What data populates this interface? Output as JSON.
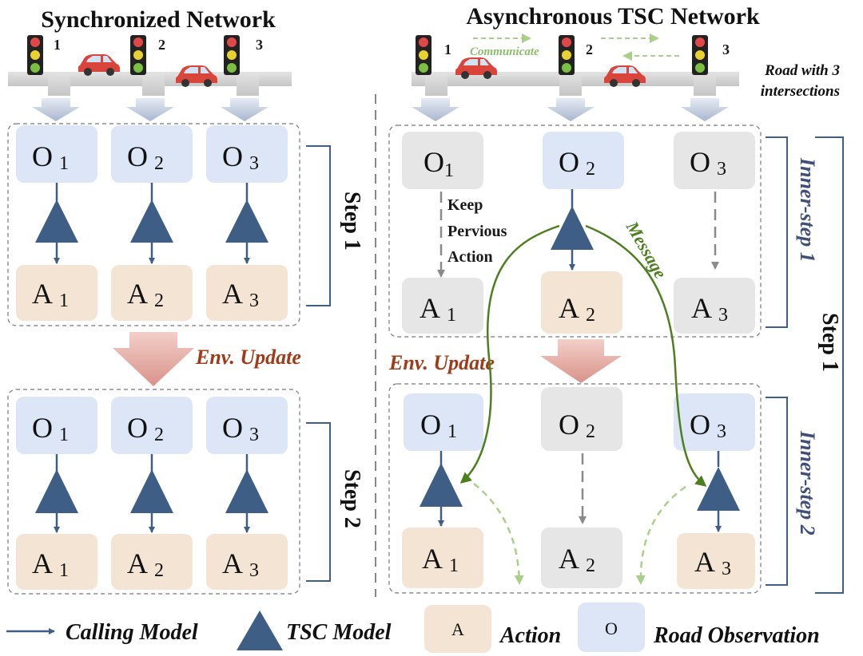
{
  "left": {
    "title": "Synchronized Network",
    "light_numbers": [
      "1",
      "2",
      "3"
    ],
    "obs_labels": [
      "O",
      "O",
      "O"
    ],
    "obs_subs": [
      "1",
      "2",
      "3"
    ],
    "act_labels": [
      "A",
      "A",
      "A"
    ],
    "act_subs": [
      "1",
      "2",
      "3"
    ],
    "env_update": "Env. Update",
    "step1": "Step 1",
    "step2": "Step 2"
  },
  "right": {
    "title": "Asynchronous TSC Network",
    "light_numbers": [
      "1",
      "2",
      "3"
    ],
    "communicate": "Communicate",
    "road_note_line1": "Road with 3",
    "road_note_line2": "intersections",
    "keep_line1": "Keep",
    "keep_line2": "Pervious",
    "keep_line3": "Action",
    "message": "Message",
    "env_update": "Env. Update",
    "inner_step1": "Inner-step 1",
    "inner_step2": "Inner-step 2",
    "step1": "Step 1",
    "obs_labels": [
      "O",
      "O",
      "O"
    ],
    "obs_subs": [
      "1",
      "2",
      "3"
    ],
    "act_labels": [
      "A",
      "A",
      "A"
    ],
    "act_subs": [
      "1",
      "2",
      "3"
    ]
  },
  "legend": {
    "calling_model": "Calling Model",
    "tsc_model": "TSC Model",
    "action_letter": "A",
    "action": "Action",
    "obs_letter": "O",
    "road_observation": "Road Observation"
  },
  "colors": {
    "observation_bg": "#dde6f7",
    "action_bg": "#f3e4d3",
    "inactive_bg": "#e6e6e6",
    "triangle": "#3e5e86",
    "arrow": "#3e5e86",
    "message_arrow": "#4d7f1f",
    "env_update_text": "#a03a18",
    "dashed_green": "#a9cf8a",
    "communicate_text": "#8cbf6a",
    "step_bracket": "#3e5e86",
    "inner_step_text": "#3e4f7a"
  }
}
